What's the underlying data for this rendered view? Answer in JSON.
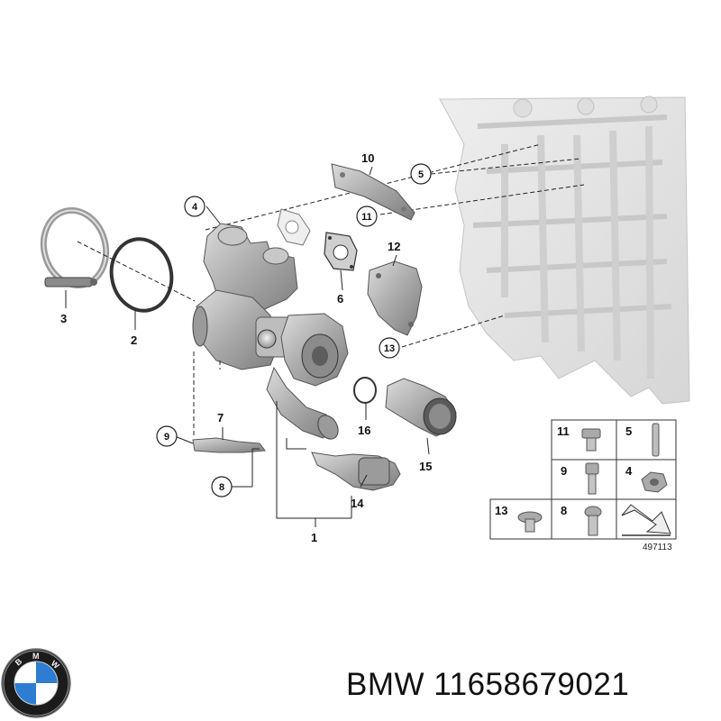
{
  "diagram": {
    "callouts": {
      "c1": "1",
      "c2": "2",
      "c3": "3",
      "c4": "4",
      "c5": "5",
      "c6": "6",
      "c7": "7",
      "c8": "8",
      "c9": "9",
      "c10": "10",
      "c11": "11",
      "c12": "12",
      "c13": "13",
      "c14": "14",
      "c15": "15",
      "c16": "16"
    },
    "fastener_table": {
      "cells": [
        "11",
        "5",
        "9",
        "4",
        "13",
        "8"
      ]
    },
    "reference_number": "497113"
  },
  "brand": {
    "logo_letters": "BMW",
    "caption": "BMW 11658679021"
  },
  "colors": {
    "part_gray": "#b9b9b9",
    "engine_gray": "#e3e3e3",
    "line": "#222222",
    "logo_blue": "#2d7dd2"
  }
}
